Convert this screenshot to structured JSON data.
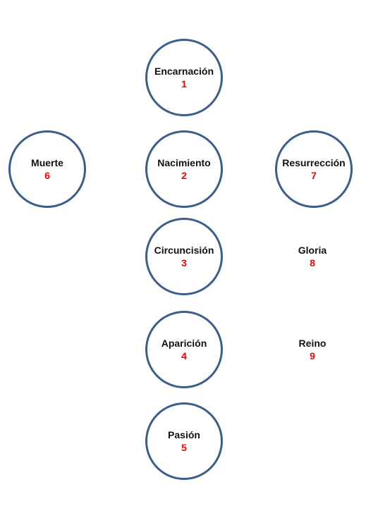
{
  "nodes": [
    {
      "label": "Encarnación",
      "number": "1",
      "circled": true
    },
    {
      "label": "Nacimiento",
      "number": "2",
      "circled": true
    },
    {
      "label": "Circuncisión",
      "number": "3",
      "circled": true
    },
    {
      "label": "Aparición",
      "number": "4",
      "circled": true
    },
    {
      "label": "Pasión",
      "number": "5",
      "circled": true
    },
    {
      "label": "Muerte",
      "number": "6",
      "circled": true
    },
    {
      "label": "Resurrección",
      "number": "7",
      "circled": true
    },
    {
      "label": "Gloria",
      "number": "8",
      "circled": false
    },
    {
      "label": "Reino",
      "number": "9",
      "circled": false
    }
  ],
  "colors": {
    "circle_border": "#3b5e8c",
    "label_text": "#111111",
    "number_text": "#ff0000"
  }
}
